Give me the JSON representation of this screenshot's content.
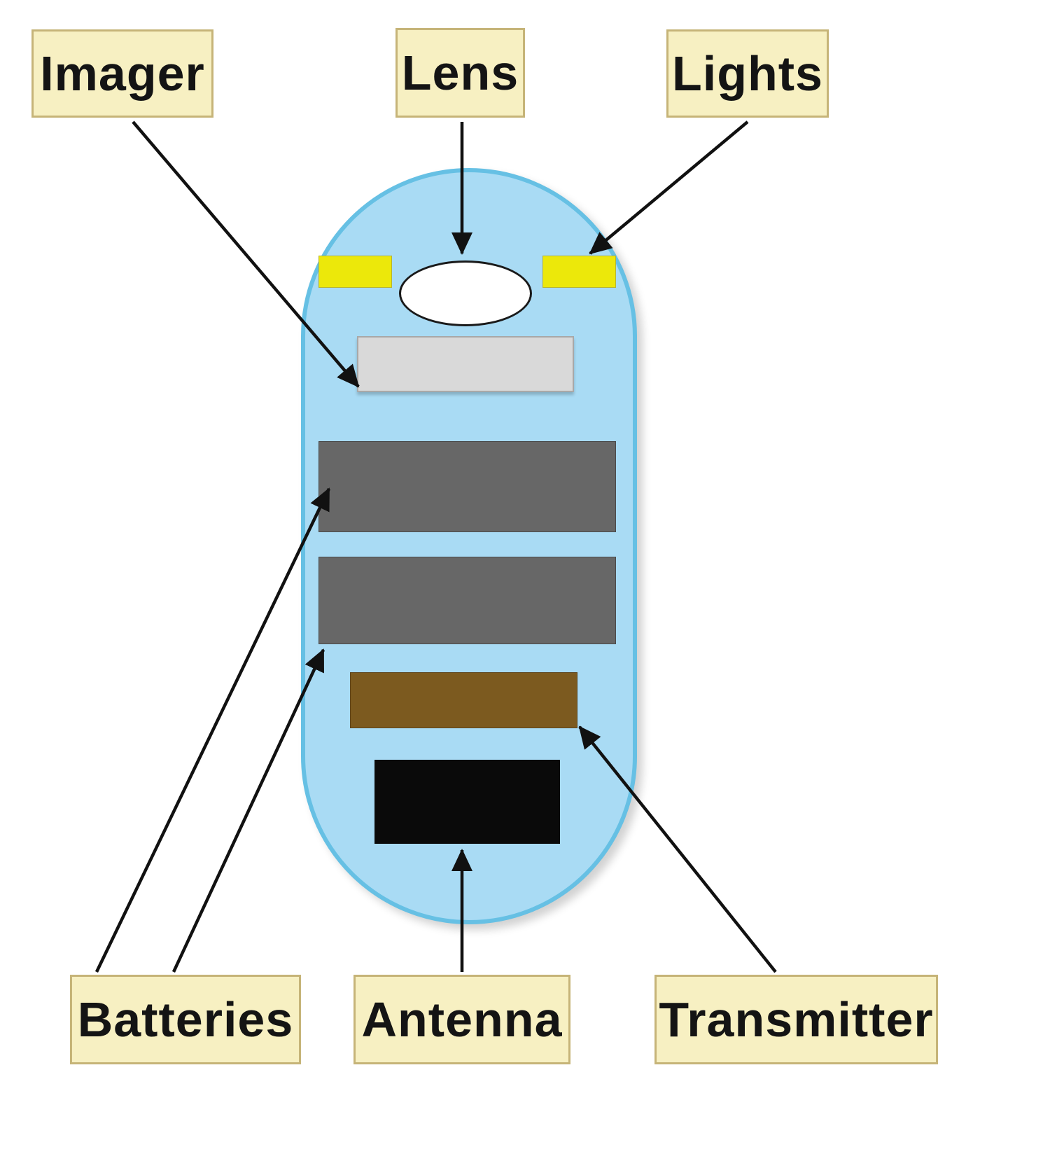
{
  "diagram": {
    "labels": {
      "imager": "Imager",
      "lens": "Lens",
      "lights": "Lights",
      "batteries": "Batteries",
      "antenna": "Antenna",
      "transmitter": "Transmitter"
    },
    "colors": {
      "background": "#ffffff",
      "capsule_fill": "#a9dbf4",
      "capsule_border": "#66c0e4",
      "label_fill": "#f7f0c2",
      "label_border": "#c6b478",
      "light_fill": "#ece80a",
      "lens_fill": "#ffffff",
      "imager_fill": "#d9d9d9",
      "battery_fill": "#676767",
      "transmitter_fill": "#7c5a1f",
      "antenna_fill": "#0a0a0a",
      "arrow_color": "#111111"
    }
  }
}
